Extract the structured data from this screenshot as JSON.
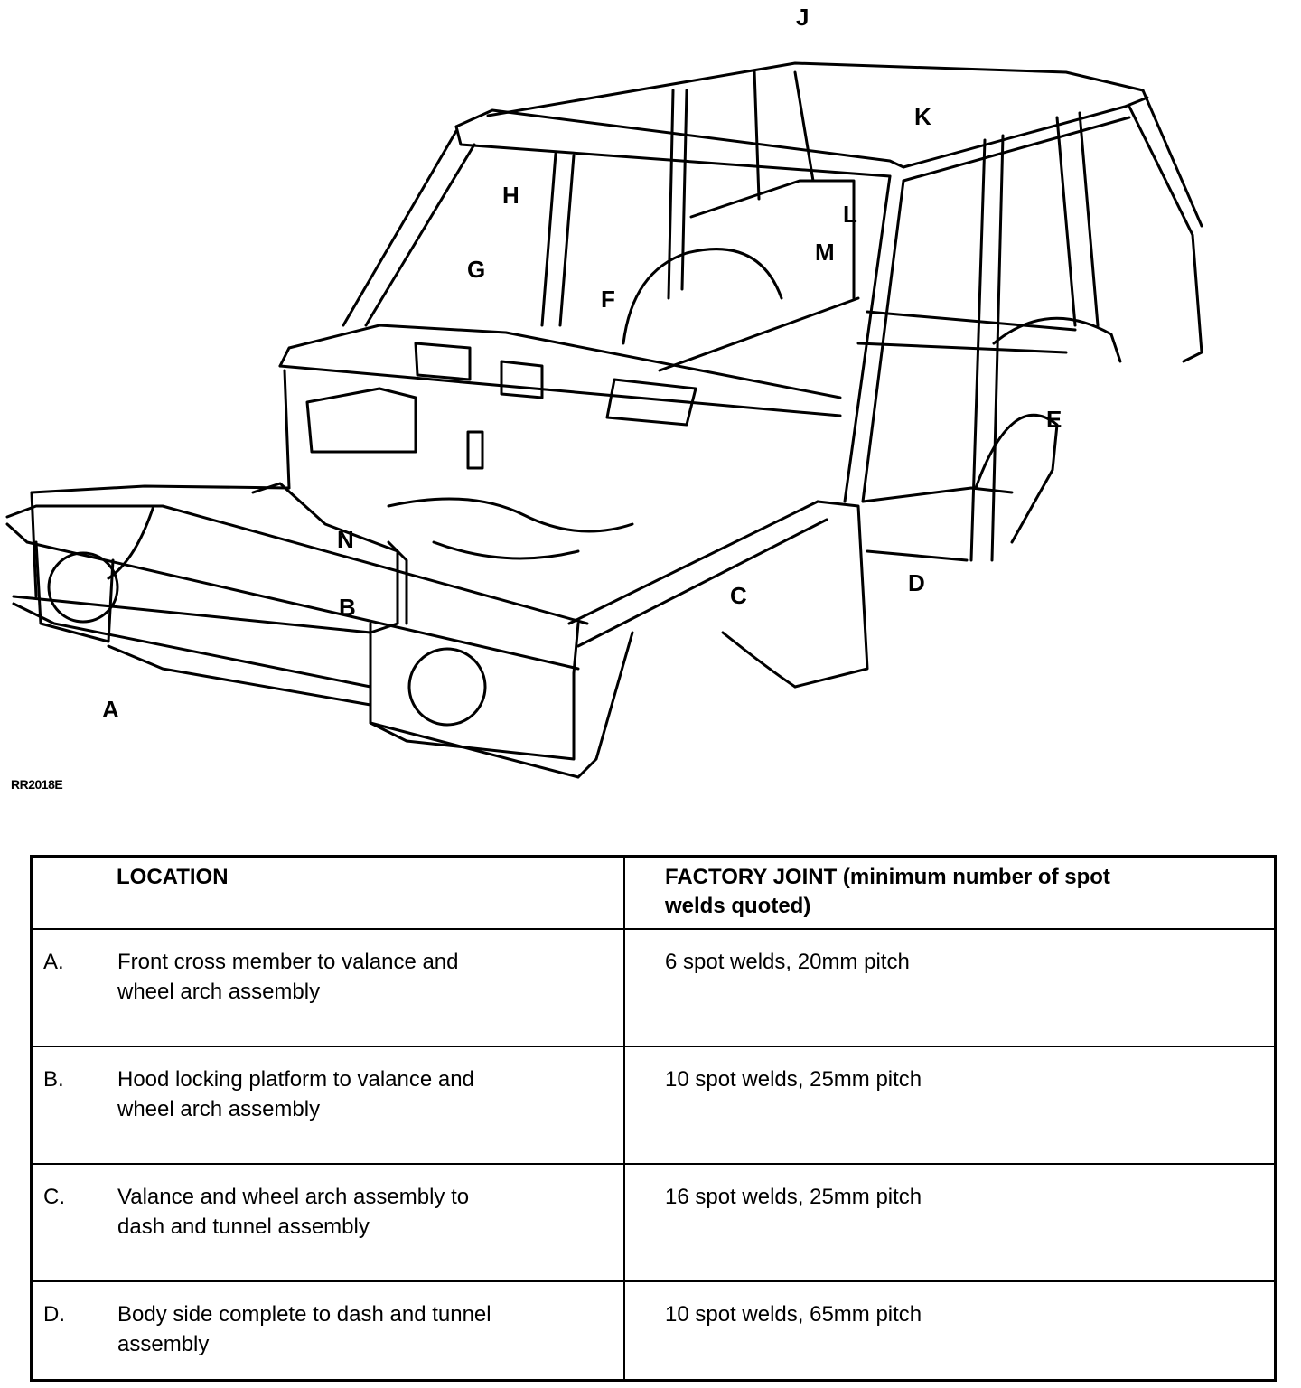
{
  "figure": {
    "ref": "RR2018E",
    "callouts": [
      "J",
      "K",
      "H",
      "L",
      "M",
      "G",
      "F",
      "E",
      "N",
      "B",
      "C",
      "D",
      "A"
    ]
  },
  "table": {
    "header": {
      "location": "LOCATION",
      "joint": "FACTORY JOINT (minimum number of spot welds quoted)"
    },
    "rows": [
      {
        "letter": "A.",
        "location": "Front cross member to valance and wheel arch assembly",
        "joint": "6 spot welds, 20mm pitch"
      },
      {
        "letter": "B.",
        "location": "Hood locking platform to valance and wheel arch assembly",
        "joint": "10 spot welds, 25mm pitch"
      },
      {
        "letter": "C.",
        "location": "Valance and wheel arch assembly to dash and tunnel assembly",
        "joint": "16 spot welds, 25mm pitch"
      },
      {
        "letter": "D.",
        "location": "Body side complete to dash and tunnel assembly",
        "joint": "10 spot welds, 65mm pitch"
      }
    ]
  }
}
